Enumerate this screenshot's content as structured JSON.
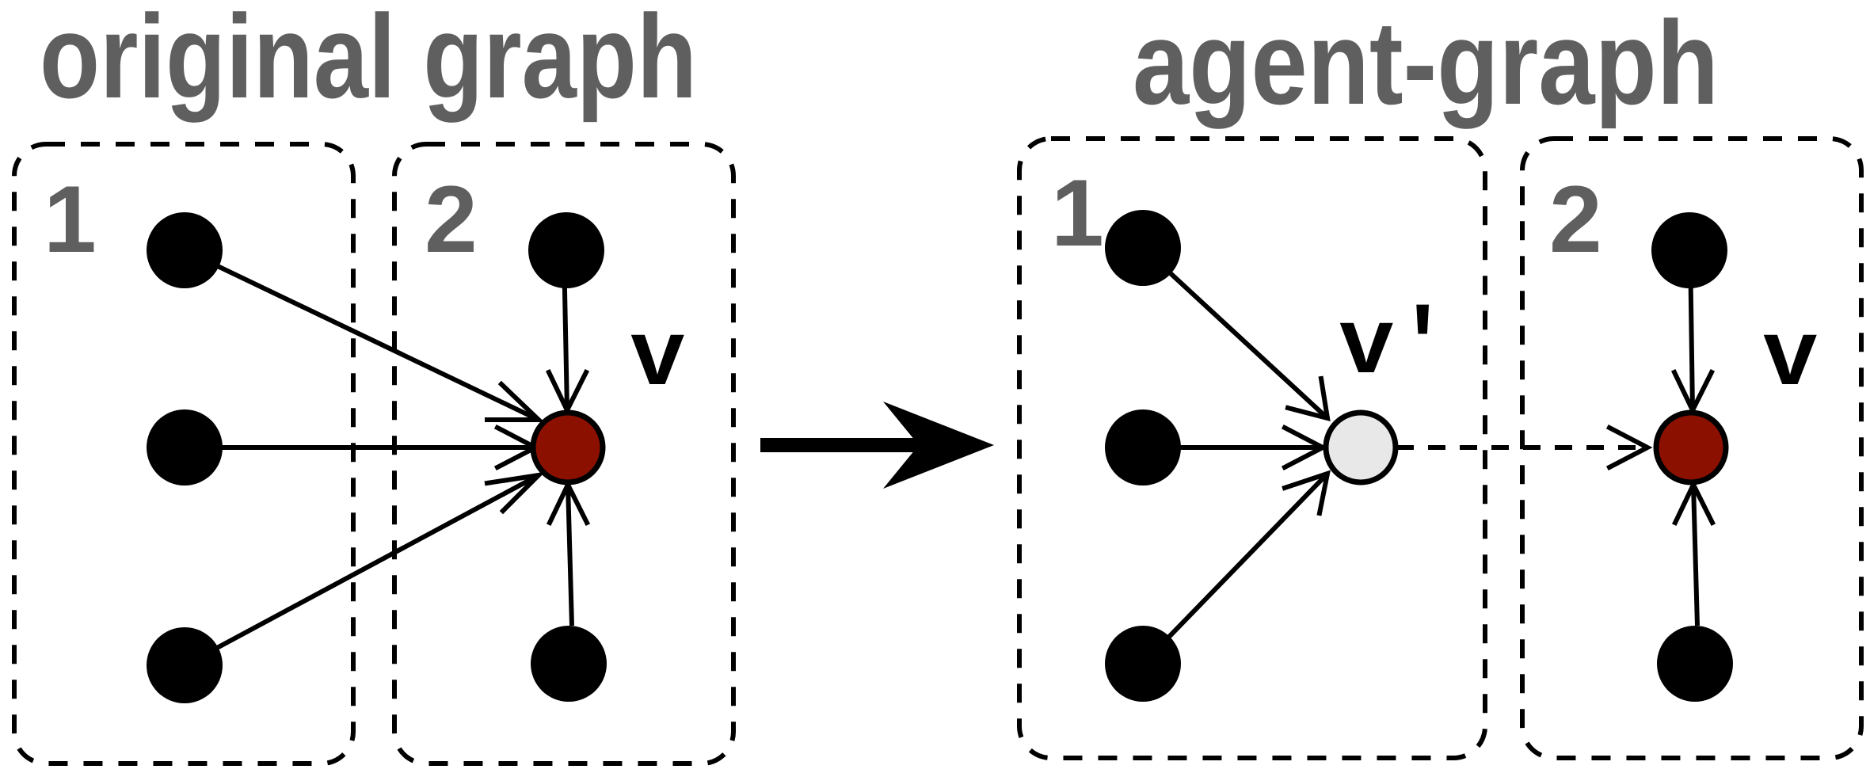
{
  "titles": {
    "left": "original graph",
    "right": "agent-graph"
  },
  "partitions": {
    "left_1": "1",
    "left_2": "2",
    "right_1": "1",
    "right_2": "2"
  },
  "labels": {
    "left_target": "v",
    "right_agent": "v'",
    "right_target": "v"
  },
  "colors": {
    "target_node": "#8b1000",
    "agent_node": "#e8e8e8",
    "title_text": "#5f5f5f"
  }
}
